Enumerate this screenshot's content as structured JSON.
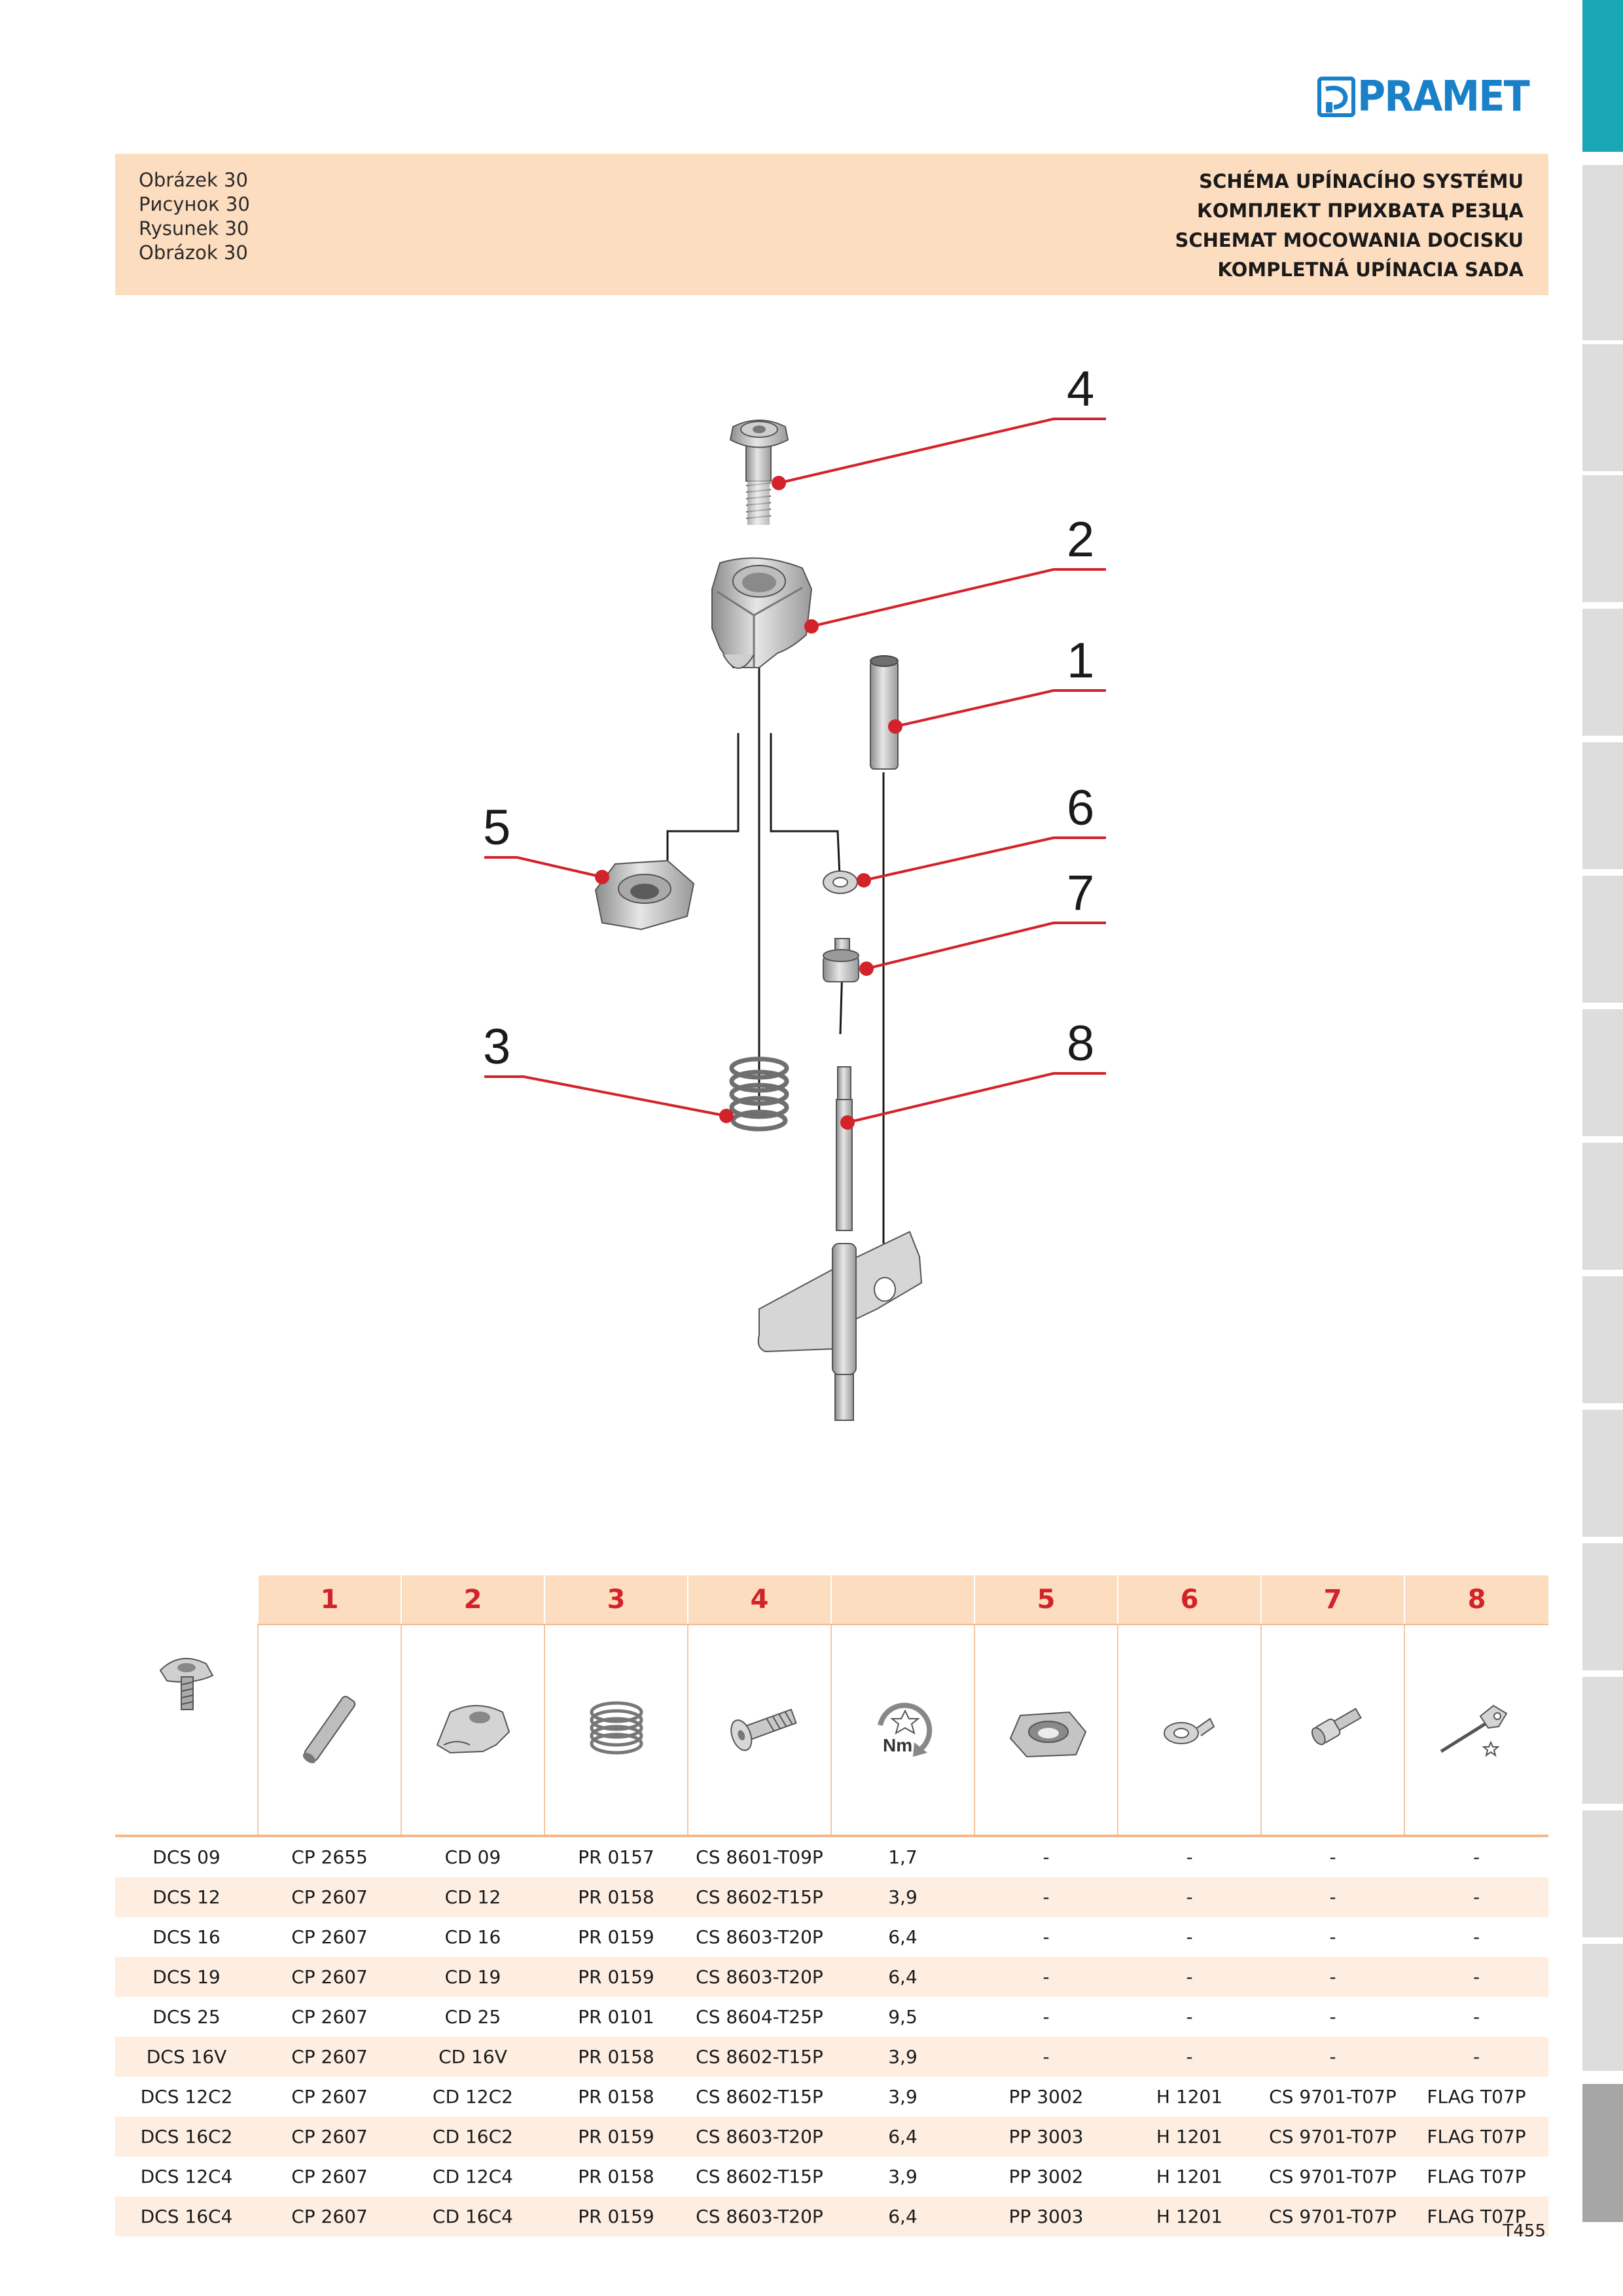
{
  "brand": {
    "name": "PRAMET",
    "color": "#1a80c8"
  },
  "header": {
    "left_lines": [
      "Obrázek 30",
      "Рисунок 30",
      "Rysunek 30",
      "Obrázok 30"
    ],
    "right_lines": [
      "SCHÉMA UPÍNACÍHO SYSTÉMU",
      "КОМПЛЕКТ ПРИХВАТА РЕЗЦА",
      "SCHEMAT MOCOWANIA DOCISKU",
      "KOMPLETNÁ UPÍNACIA SADA"
    ],
    "background": "#fdddc0"
  },
  "drawing": {
    "callouts": [
      "4",
      "2",
      "1",
      "5",
      "6",
      "7",
      "3",
      "8"
    ],
    "leader_color": "#d3232a"
  },
  "table": {
    "columns": [
      "",
      "1",
      "2",
      "3",
      "4",
      "",
      "5",
      "6",
      "7",
      "8"
    ],
    "icons": [
      "clamp-assembly-icon",
      "pin-icon",
      "clamp-icon",
      "spring-icon",
      "screw-icon",
      "torque-icon",
      "nut-icon",
      "washer-icon",
      "small-screw-icon",
      "flag-key-icon"
    ],
    "torque_unit": "Nm",
    "rows": [
      [
        "DCS 09",
        "CP 2655",
        "CD 09",
        "PR 0157",
        "CS 8601-T09P",
        "1,7",
        "-",
        "-",
        "-",
        "-"
      ],
      [
        "DCS 12",
        "CP 2607",
        "CD 12",
        "PR 0158",
        "CS 8602-T15P",
        "3,9",
        "-",
        "-",
        "-",
        "-"
      ],
      [
        "DCS 16",
        "CP 2607",
        "CD 16",
        "PR 0159",
        "CS 8603-T20P",
        "6,4",
        "-",
        "-",
        "-",
        "-"
      ],
      [
        "DCS 19",
        "CP 2607",
        "CD 19",
        "PR 0159",
        "CS 8603-T20P",
        "6,4",
        "-",
        "-",
        "-",
        "-"
      ],
      [
        "DCS 25",
        "CP 2607",
        "CD 25",
        "PR 0101",
        "CS 8604-T25P",
        "9,5",
        "-",
        "-",
        "-",
        "-"
      ],
      [
        "DCS 16V",
        "CP 2607",
        "CD 16V",
        "PR 0158",
        "CS 8602-T15P",
        "3,9",
        "-",
        "-",
        "-",
        "-"
      ],
      [
        "DCS 12C2",
        "CP 2607",
        "CD 12C2",
        "PR 0158",
        "CS 8602-T15P",
        "3,9",
        "PP 3002",
        "H 1201",
        "CS 9701-T07P",
        "FLAG T07P"
      ],
      [
        "DCS 16C2",
        "CP 2607",
        "CD 16C2",
        "PR 0159",
        "CS 8603-T20P",
        "6,4",
        "PP 3003",
        "H 1201",
        "CS 9701-T07P",
        "FLAG T07P"
      ],
      [
        "DCS 12C4",
        "CP 2607",
        "CD 12C4",
        "PR 0158",
        "CS 8602-T15P",
        "3,9",
        "PP 3002",
        "H 1201",
        "CS 9701-T07P",
        "FLAG T07P"
      ],
      [
        "DCS 16C4",
        "CP 2607",
        "CD 16C4",
        "PR 0159",
        "CS 8603-T20P",
        "6,4",
        "PP 3003",
        "H 1201",
        "CS 9701-T07P",
        "FLAG T07P"
      ]
    ]
  },
  "page_number": "T455"
}
